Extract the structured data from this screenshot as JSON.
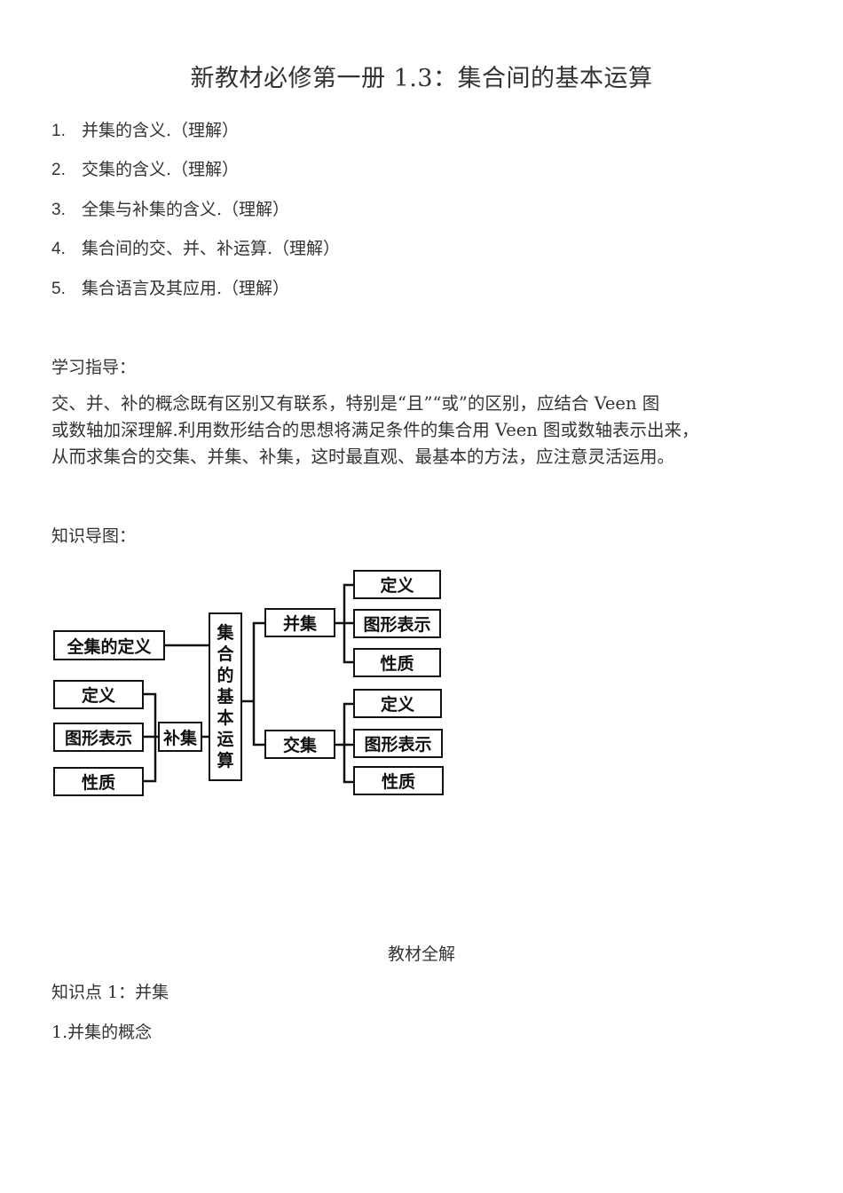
{
  "title": "新教材必修第一册 1.3：集合间的基本运算",
  "objectives": [
    {
      "num": "1.",
      "text": "并集的含义.（理解）"
    },
    {
      "num": "2.",
      "text": "交集的含义.（理解）"
    },
    {
      "num": "3.",
      "text": "全集与补集的含义.（理解）"
    },
    {
      "num": "4.",
      "text": "集合间的交、并、补运算.（理解）"
    },
    {
      "num": "5.",
      "text": "集合语言及其应用.（理解）"
    }
  ],
  "study_guide": {
    "heading": "学习指导：",
    "lines": [
      "交、并、补的概念既有区别又有联系，特别是“且”“或”的区别，应结合 Veen 图",
      "或数轴加深理解.利用数形结合的思想将满足条件的集合用 Veen 图或数轴表示出来，",
      "从而求集合的交集、并集、补集，这时最直观、最基本的方法，应注意灵活运用。"
    ]
  },
  "mind_map": {
    "heading": "知识导图：",
    "center": [
      "集",
      "合",
      "的",
      "基",
      "本",
      "运",
      "算"
    ],
    "universal_def": "全集的定义",
    "complement": {
      "label": "补集",
      "children": [
        "定义",
        "图形表示",
        "性质"
      ]
    },
    "union": {
      "label": "并集",
      "children": [
        "定义",
        "图形表示",
        "性质"
      ]
    },
    "intersection": {
      "label": "交集",
      "children": [
        "定义",
        "图形表示",
        "性质"
      ]
    }
  },
  "section": {
    "heading": "教材全解",
    "knowledge_point": "知识点 1：并集",
    "sub_heading": "1.并集的概念"
  }
}
